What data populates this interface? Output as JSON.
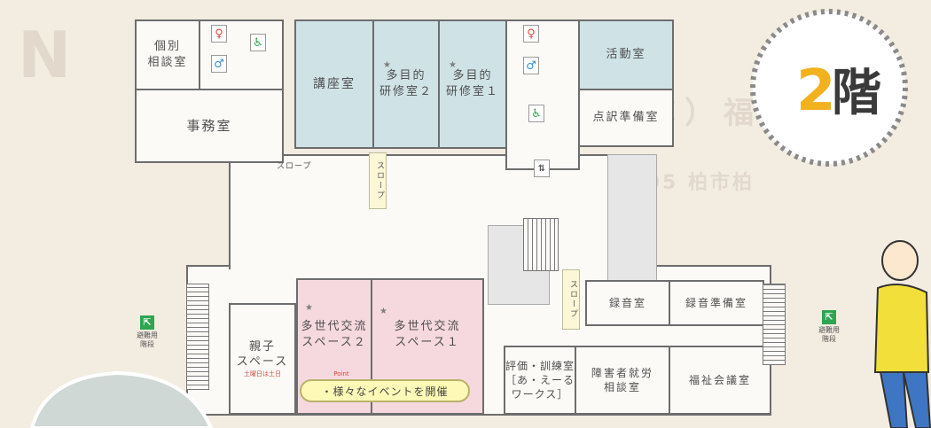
{
  "floor_badge": {
    "number": "2",
    "kanji": "階",
    "colors": {
      "number": "#f2b21f",
      "kanji": "#3a3a3a",
      "ring": "#8a8a8a"
    }
  },
  "rooms": {
    "kobetsu_sodan": "個別\n相談室",
    "jimushitsu": "事務室",
    "koza": "講座室",
    "tamokuteki2": "多目的\n研修室２",
    "tamokuteki1": "多目的\n研修室１",
    "katsudo": "活動室",
    "tenyaku": "点訳準備室",
    "oyako": "親子\nスペース",
    "oyako_note": "土曜日は土日",
    "tasedai2": "多世代交流\nスペース２",
    "tasedai1": "多世代交流\nスペース１",
    "hyoka": "評価・訓練室\n［あ・えーる\nワークス］",
    "shogaisha": "障害者就労\n相談室",
    "fukushi": "福祉会議室",
    "rokuon": "録音室",
    "rokuon_junbi": "録音準備室"
  },
  "labels": {
    "slope": "スロープ",
    "evac_left": "避難用\n階段",
    "evac_right": "避難用\n階段",
    "event_point": "Point",
    "event": "・様々なイベントを開催"
  },
  "background_text": {
    "address": "〒277-0005 柏市柏",
    "faded_top": "N",
    "faded_mid": "（仮称）福祉"
  },
  "colors": {
    "blue_room": "#cfe2e6",
    "pink_room": "#f6d9df",
    "evac_green": "#2fa552",
    "restroom_red": "#e04545",
    "restroom_blue": "#3b8fd1"
  }
}
